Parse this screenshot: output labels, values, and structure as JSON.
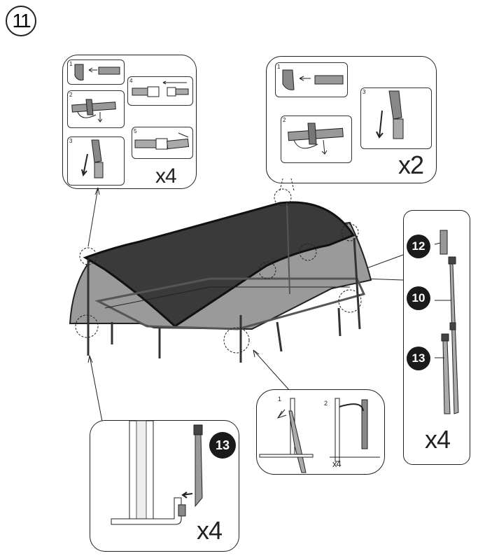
{
  "step": {
    "number": "11"
  },
  "panels": {
    "top_left": {
      "quantity": "x4",
      "subpanels": [
        {
          "label": "1"
        },
        {
          "label": "2"
        },
        {
          "label": "3"
        },
        {
          "label": "4"
        },
        {
          "label": "5"
        }
      ]
    },
    "top_right": {
      "quantity": "x2",
      "subpanels": [
        {
          "label": "1"
        },
        {
          "label": "2"
        },
        {
          "label": "3"
        }
      ]
    },
    "right_parts": {
      "quantity": "x4",
      "parts": [
        {
          "badge": "12"
        },
        {
          "badge": "10"
        },
        {
          "badge": "13"
        }
      ]
    },
    "bottom_left": {
      "quantity": "x4",
      "badge": "13"
    },
    "bottom_middle": {
      "quantity": "x4",
      "subpanels": [
        {
          "label": "1"
        },
        {
          "label": "2"
        }
      ]
    }
  },
  "colors": {
    "canopy": "#3a3a3a",
    "net": "#8a8a8a",
    "strap": "#9a9a9a",
    "outline": "#222222"
  }
}
